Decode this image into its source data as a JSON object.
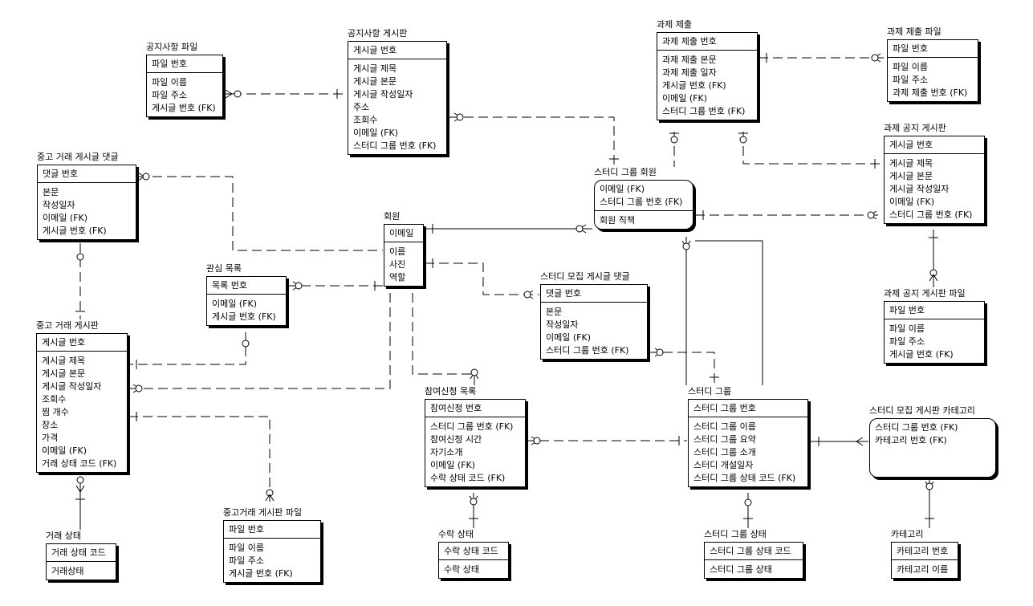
{
  "entities": {
    "notice_file": {
      "title": "공지사항 파일",
      "keys": [
        "파일 번호"
      ],
      "attrs": [
        "파일 이름",
        "파일 주소",
        "게시글 번호 (FK)"
      ]
    },
    "notice_board": {
      "title": "공지사항 게시판",
      "keys": [
        "게시글 번호"
      ],
      "attrs": [
        "게시글 제목",
        "게시글 본문",
        "게시글 작성일자",
        "주소",
        "조회수",
        "이메일 (FK)",
        "스터디 그룹 번호 (FK)"
      ]
    },
    "assignment_submit": {
      "title": "과제 제출",
      "keys": [
        "과제 제출 번호"
      ],
      "attrs": [
        "과제 제출 본문",
        "과제 제출 일자",
        "게시글 번호 (FK)",
        "이메일 (FK)",
        "스터디 그룹 번호 (FK)"
      ]
    },
    "assignment_submit_file": {
      "title": "과제 제출 파일",
      "keys": [
        "파일 번호"
      ],
      "attrs": [
        "파일 이름",
        "파일 주소",
        "과제 제출 번호 (FK)"
      ]
    },
    "assignment_notice_board": {
      "title": "과제 공지 게시판",
      "keys": [
        "게시글 번호"
      ],
      "attrs": [
        "게시글 제목",
        "게시글 본문",
        "게시글 작성일자",
        "이메일 (FK)",
        "스터디 그룹 번호 (FK)"
      ]
    },
    "assignment_notice_file": {
      "title": "과제 공지 게시판 파일",
      "keys": [
        "파일 번호"
      ],
      "attrs": [
        "파일 이름",
        "파일 주소",
        "게시글 번호 (FK)"
      ]
    },
    "used_comment": {
      "title": "중고 거래 게시글 댓글",
      "keys": [
        "댓글 번호"
      ],
      "attrs": [
        "본문",
        "작성일자",
        "이메일 (FK)",
        "게시글 번호 (FK)"
      ]
    },
    "member": {
      "title": "회원",
      "keys": [
        "이메일"
      ],
      "attrs": [
        "이름",
        "사진",
        "역할"
      ]
    },
    "study_member": {
      "title": "스터디 그룹 회원",
      "keys": [
        "이메일 (FK)",
        "스터디 그룹 번호 (FK)"
      ],
      "attrs": [
        "회원 직책"
      ]
    },
    "watchlist": {
      "title": "관심 목록",
      "keys": [
        "목록 번호"
      ],
      "attrs": [
        "이메일 (FK)",
        "게시글 번호 (FK)"
      ]
    },
    "recruit_comment": {
      "title": "스터디 모집 게시글 댓글",
      "keys": [
        "댓글 번호"
      ],
      "attrs": [
        "본문",
        "작성일자",
        "이메일 (FK)",
        "스터디 그룹 번호 (FK)"
      ]
    },
    "used_board": {
      "title": "중고 거래 게시판",
      "keys": [
        "게시글 번호"
      ],
      "attrs": [
        "게시글 제목",
        "게시글 본문",
        "게시글 작성일자",
        "조회수",
        "찜 개수",
        "장소",
        "가격",
        "이메일 (FK)",
        "거래 상태 코드 (FK)"
      ]
    },
    "application_list": {
      "title": "참여신청 목록",
      "keys": [
        "참여신청 번호"
      ],
      "attrs": [
        "스터디 그룹 번호 (FK)",
        "참여신청 시간",
        "자기소개",
        "이메일 (FK)",
        "수락 상태 코드 (FK)"
      ]
    },
    "study_group": {
      "title": "스터디 그룹",
      "keys": [
        "스터디 그룹 번호"
      ],
      "attrs": [
        "스터디 그룹 이름",
        "스터디 그룹 요약",
        "스터디 그룹 소개",
        "스터디 개설일자",
        "스터디 그룹 상태 코드 (FK)"
      ]
    },
    "recruit_category": {
      "title": "스터디 모집 게시판 카테고리",
      "keys": [
        "스터디 그룹 번호 (FK)",
        "카테고리 번호 (FK)"
      ],
      "attrs": []
    },
    "trade_status": {
      "title": "거래 상태",
      "keys": [
        "거래 상태 코드"
      ],
      "attrs": [
        "거래상태"
      ]
    },
    "used_board_file": {
      "title": "중고거래 게시판 파일",
      "keys": [
        "파일 번호"
      ],
      "attrs": [
        "파일 이름",
        "파일 주소",
        "게시글 번호 (FK)"
      ]
    },
    "accept_status": {
      "title": "수락 상태",
      "keys": [
        "수락 상태 코드"
      ],
      "attrs": [
        "수락 상태"
      ]
    },
    "study_group_status": {
      "title": "스터디 그룹 상태",
      "keys": [
        "스터디 그룹 상태 코드"
      ],
      "attrs": [
        "스터디 그룹 상태"
      ]
    },
    "category": {
      "title": "카테고리",
      "keys": [
        "카테고리 번호"
      ],
      "attrs": [
        "카테고리 이름"
      ]
    }
  },
  "relationships": [
    {
      "from": "notice_board",
      "to": "notice_file",
      "identifying": false
    },
    {
      "from": "member",
      "to": "study_member",
      "identifying": true
    },
    {
      "from": "study_group",
      "to": "study_member",
      "identifying": true
    },
    {
      "from": "study_member",
      "to": "notice_board",
      "identifying": false
    },
    {
      "from": "study_member",
      "to": "assignment_notice_board",
      "identifying": false
    },
    {
      "from": "study_member",
      "to": "assignment_submit",
      "identifying": false
    },
    {
      "from": "assignment_submit",
      "to": "assignment_submit_file",
      "identifying": false
    },
    {
      "from": "assignment_notice_board",
      "to": "assignment_submit",
      "identifying": false
    },
    {
      "from": "assignment_notice_board",
      "to": "assignment_notice_file",
      "identifying": true
    },
    {
      "from": "member",
      "to": "used_comment",
      "identifying": false
    },
    {
      "from": "used_board",
      "to": "used_comment",
      "identifying": false
    },
    {
      "from": "member",
      "to": "watchlist",
      "identifying": false
    },
    {
      "from": "used_board",
      "to": "watchlist",
      "identifying": false
    },
    {
      "from": "member",
      "to": "used_board",
      "identifying": false
    },
    {
      "from": "member",
      "to": "recruit_comment",
      "identifying": false
    },
    {
      "from": "study_group",
      "to": "recruit_comment",
      "identifying": false
    },
    {
      "from": "member",
      "to": "application_list",
      "identifying": false
    },
    {
      "from": "study_group",
      "to": "application_list",
      "identifying": false
    },
    {
      "from": "used_board",
      "to": "used_board_file",
      "identifying": false
    },
    {
      "from": "trade_status",
      "to": "used_board",
      "identifying": false
    },
    {
      "from": "accept_status",
      "to": "application_list",
      "identifying": false
    },
    {
      "from": "study_group_status",
      "to": "study_group",
      "identifying": false
    },
    {
      "from": "study_group",
      "to": "recruit_category",
      "identifying": true
    },
    {
      "from": "category",
      "to": "recruit_category",
      "identifying": true
    }
  ]
}
